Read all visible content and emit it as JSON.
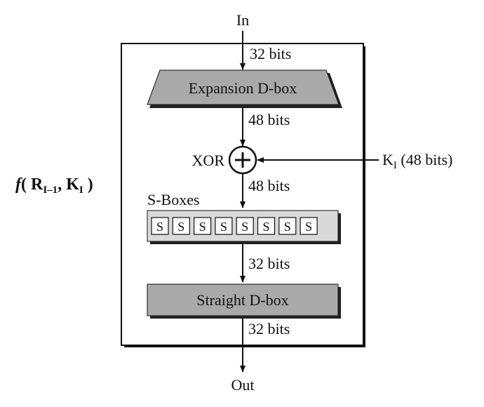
{
  "diagram": {
    "input_label": "In",
    "output_label": "Out",
    "bits_in": "32 bits",
    "bits_after_expansion": "48 bits",
    "bits_after_xor": "48 bits",
    "bits_after_sboxes": "32 bits",
    "bits_out": "32 bits",
    "expansion_label": "Expansion D-box",
    "xor_label": "XOR",
    "xor_symbol": "+",
    "key_label": "K",
    "key_subscript": "I",
    "key_bits": " (48 bits)",
    "sboxes_label": "S-Boxes",
    "s_label": "S",
    "s_count": 8,
    "straight_label": "Straight D-box",
    "function_f": "f",
    "function_open": "( ",
    "function_r": "R",
    "function_r_sub": "I–1",
    "function_sep": ", ",
    "function_k": "K",
    "function_k_sub": "I",
    "function_close": " )"
  },
  "colors": {
    "box_fill": "#a9a9a9",
    "box_shadow": "#222222",
    "sbox_panel": "#d9d9d9",
    "s_cell": "#ffffff",
    "line": "#111111"
  }
}
